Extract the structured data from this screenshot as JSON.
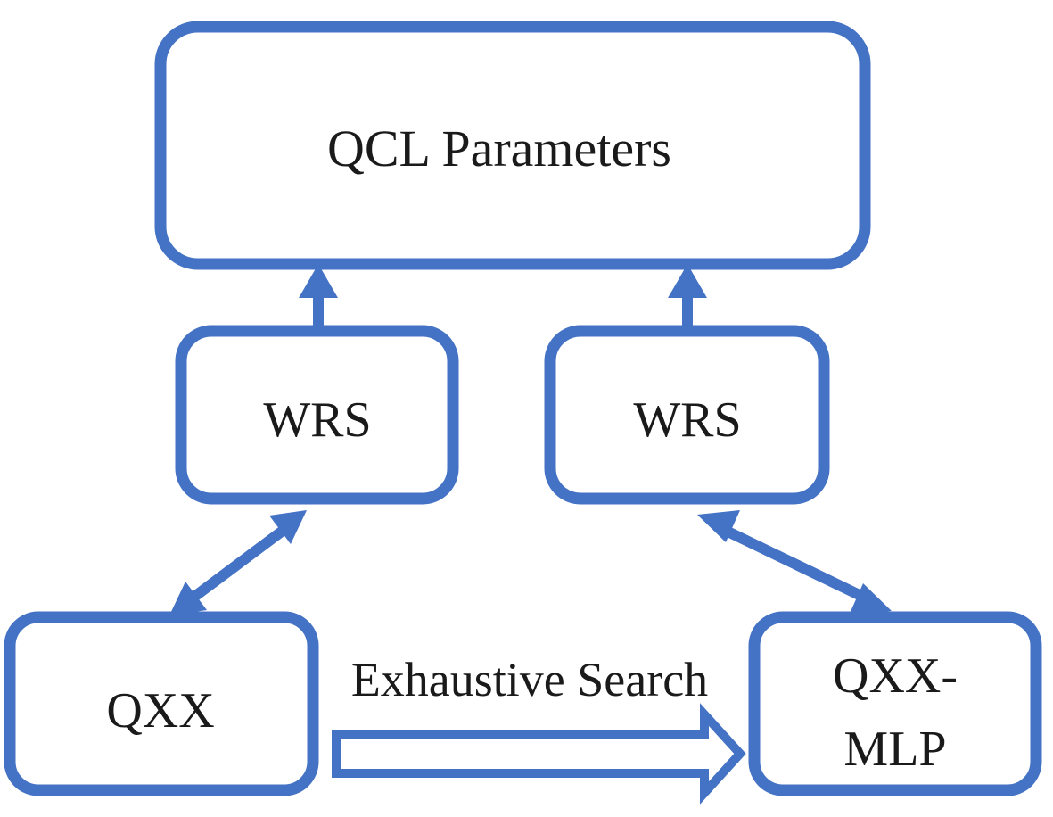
{
  "colors": {
    "border": "#4472c4",
    "text": "#1a1a1a",
    "background": "#ffffff"
  },
  "nodes": {
    "qcl_parameters": "QCL Parameters",
    "wrs_left": "WRS",
    "wrs_right": "WRS",
    "qxx": "QXX",
    "qxx_mlp_line1": "QXX-",
    "qxx_mlp_line2": "MLP"
  },
  "edges": {
    "exhaustive_search_label": "Exhaustive Search"
  }
}
